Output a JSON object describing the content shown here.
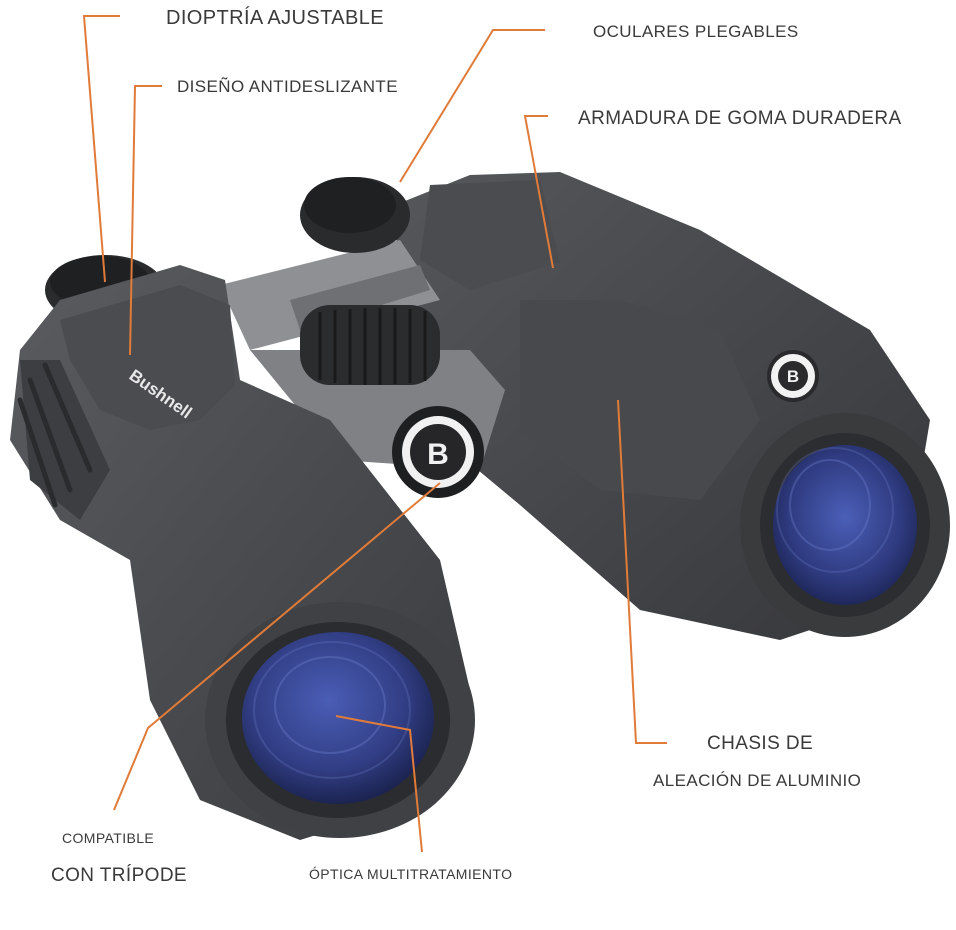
{
  "colors": {
    "leader": "#e07b39",
    "label_text": "#3a3a3a",
    "body_dark": "#3e3f41",
    "body_mid": "#55575a",
    "frame_gray": "#8e9094",
    "lens_blue": "#3d4fa0",
    "background": "#ffffff"
  },
  "brand": {
    "wordmark": "Bushnell",
    "badge_letter": "B"
  },
  "labels": {
    "dioptria": "DIOPTRÍA AJUSTABLE",
    "antideslizante": "DISEÑO ANTIDESLIZANTE",
    "oculares": "OCULARES PLEGABLES",
    "armadura": "ARMADURA DE GOMA DURADERA",
    "chasis_1": "CHASIS DE",
    "chasis_2": "ALEACIÓN DE ALUMINIO",
    "tripode_1": "COMPATIBLE",
    "tripode_2": "CON TRÍPODE",
    "optica": "ÓPTICA MULTITRATAMIENTO"
  },
  "icons": {
    "binoculars": "binoculars-illustration",
    "badge": "bushnell-b-badge-icon"
  }
}
